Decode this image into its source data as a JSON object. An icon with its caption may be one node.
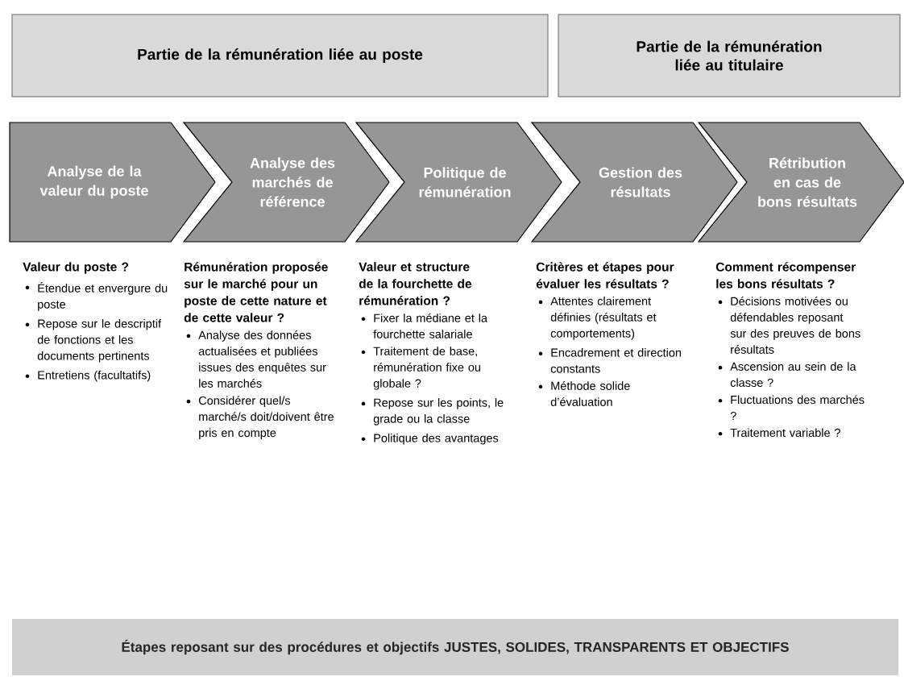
{
  "diagram": {
    "nodes": [
      {
        "text": [
          "Partie de la rémunération liée au poste"
        ]
      },
      {
        "text": [
          "Partie de la rémunération liée au titulaire"
        ]
      },
      {
        "text": [
          "Analyse de la valeur du poste"
        ]
      },
      {
        "text": [
          "Analyse des marchés de référence"
        ]
      },
      {
        "text": [
          "Politique de rémunération"
        ]
      },
      {
        "text": [
          "Gestion des résultats"
        ]
      },
      {
        "text": [
          "Rétribution en cas de bons résultats"
        ]
      },
      {
        "text": [
          "Étapes reposant sur des procédures et objectifs JUSTES, SOLIDES, TRANSPARENTS ET OBJECTIFS"
        ]
      }
    ],
    "labels": [
      "Valeur du poste ?",
      "Étendue et envergure du poste",
      "Repose sur le descriptif de fonctions et les documents pertinents",
      "Entretiens (facultatifs)",
      "Rémunération proposée sur le marché pour un poste de cette nature et de cette valeur ?",
      "Analyse des données actualisées et publiées issues des enquêtes sur les marchés",
      "Considérer quel/s marché/s doit/doivent être pris en compte",
      "Valeur et structure de la fourchette de rémunération ?",
      "Fixer la médiane et la fourchette salariale",
      "Traitement de base, rémunération fixe ou globale ?",
      "Repose sur les points, le grade ou la classe",
      "Politique des avantages",
      "Critères et étapes pour évaluer les résultats ?",
      "Attentes clairement définies (résultats et comportements)",
      "Encadrement et direction constants",
      "Méthode solide d’évaluation",
      "Comment récompenser les bons résultats ?",
      "Décisions motivées ou défendables reposant sur des preuves de bons résultats",
      "Ascension au sein de la classe ?",
      "Fluctuations des marchés ?",
      "Traitement variable ?"
    ]
  }
}
